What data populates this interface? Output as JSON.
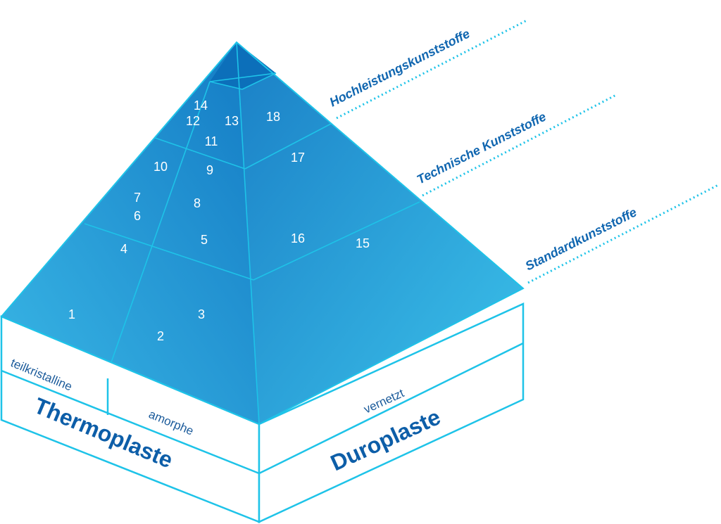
{
  "tiers": {
    "top": "Hochleistungskunststoffe",
    "middle": "Technische Kunststoffe",
    "bottom": "Standardkunststoffe"
  },
  "regions": [
    "1",
    "2",
    "3",
    "4",
    "5",
    "6",
    "7",
    "8",
    "9",
    "10",
    "11",
    "12",
    "13",
    "14",
    "15",
    "16",
    "17",
    "18"
  ],
  "base": {
    "thermo_title": "Thermoplaste",
    "thermo_semi": "teilkristalline",
    "thermo_amorph": "amorphe",
    "duro_title": "Duroplaste",
    "duro_sub": "vernetzt"
  },
  "colors": {
    "line": "#1ec3e8",
    "face_light": "#3ec0ea",
    "face_dark": "#1578c2",
    "tier_text": "#1066b0",
    "title_text": "#0d5ea8"
  }
}
